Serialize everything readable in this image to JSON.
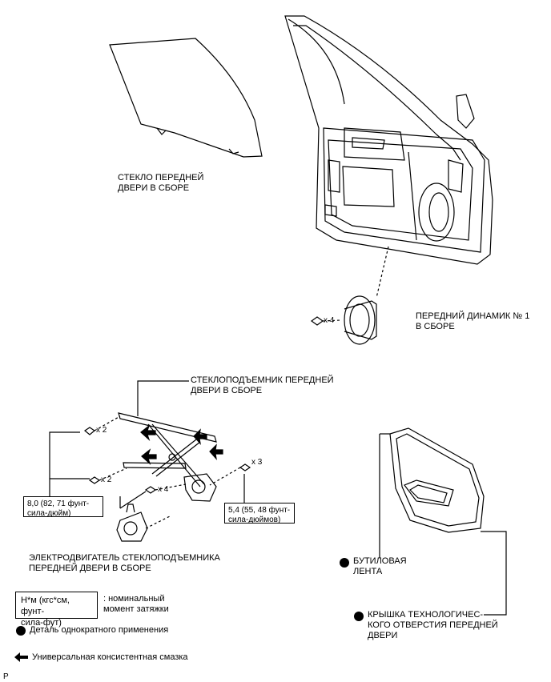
{
  "labels": {
    "glass": "СТЕКЛО ПЕРЕДНЕЙ\nДВЕРИ В СБОРЕ",
    "speaker": "ПЕРЕДНИЙ ДИНАМИК № 1\nВ СБОРЕ",
    "regulator": "СТЕКЛОПОДЪЕМНИК ПЕРЕДНЕЙ\nДВЕРИ В СБОРЕ",
    "motor": "ЭЛЕКТРОДВИГАТЕЛЬ СТЕКЛОПОДЪЕМНИКА\nПЕРЕДНЕЙ ДВЕРИ В СБОРЕ",
    "butyl_tape": "БУТИЛОВАЯ\nЛЕНТА",
    "service_hole_cover": "КРЫШКА ТЕХНОЛОГИЧЕС-\nКОГО ОТВЕРСТИЯ ПЕРЕДНЕЙ\nДВЕРИ"
  },
  "quantities": {
    "speaker_bolts": "x 4",
    "reg_upper": "x 2",
    "reg_lower": "x 2",
    "motor_bolts": "x 4",
    "right_bolts": "x 3"
  },
  "torque": {
    "left": "8,0 (82, 71 фунт-\nсила-дюйм)",
    "right": "5,4 (55, 48 фунт-\nсила-дюймов)"
  },
  "legend": {
    "unit_box": "Н*м (кгс*см, фунт-\nсила-фут)",
    "unit_desc": ": номинальный\nмомент затяжки",
    "one_time": "Деталь однократного применения",
    "grease": "Универсальная консистентная смазка"
  },
  "page_marker": "P",
  "colors": {
    "line": "#000000",
    "fill": "#ffffff"
  }
}
